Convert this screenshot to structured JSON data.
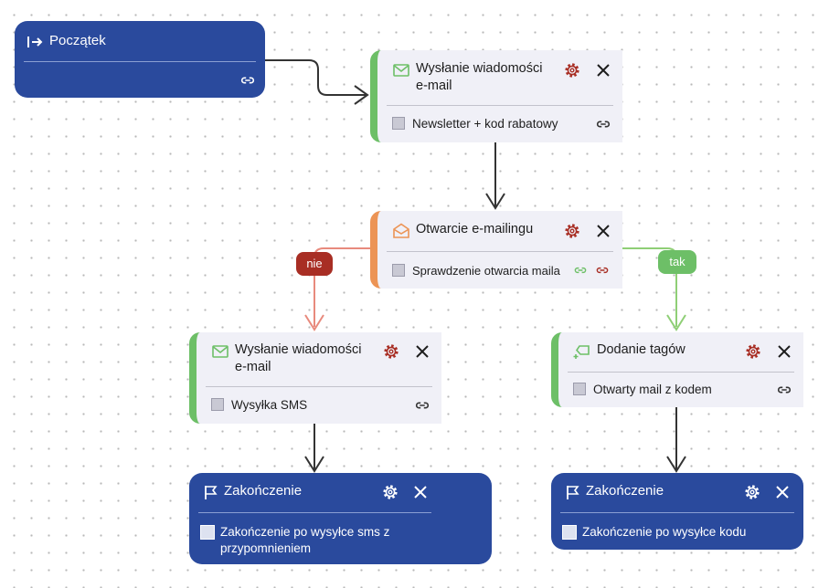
{
  "colors": {
    "dark_node": "#2a4a9d",
    "light_node": "#f0f0f7",
    "accent_green": "#6dbf67",
    "accent_orange": "#ec9455",
    "gear_red": "#a82e24",
    "badge_no": "#a82e24",
    "badge_yes": "#6dbf67"
  },
  "nodes": {
    "start": {
      "icon": "start-arrow-icon",
      "title": "Początek"
    },
    "email1": {
      "icon": "envelope-icon",
      "title_line1": "Wysłanie wiadomości",
      "title_line2": "e-mail",
      "item": "Newsletter + kod rabatowy"
    },
    "open": {
      "icon": "envelope-open-icon",
      "title": "Otwarcie e-mailingu",
      "item": "Sprawdzenie otwarcia maila"
    },
    "email2": {
      "icon": "envelope-icon",
      "title_line1": "Wysłanie wiadomości",
      "title_line2": "e-mail",
      "item": "Wysyłka SMS"
    },
    "tags": {
      "icon": "tag-add-icon",
      "title": "Dodanie tagów",
      "item": "Otwarty mail z kodem"
    },
    "end1": {
      "icon": "flag-icon",
      "title": "Zakończenie",
      "item_line1": "Zakończenie po wysyłce sms z",
      "item_line2": "przypomnieniem"
    },
    "end2": {
      "icon": "flag-icon",
      "title": "Zakończenie",
      "item": "Zakończenie po wysyłce kodu"
    }
  },
  "branches": {
    "no_label": "nie",
    "yes_label": "tak"
  }
}
